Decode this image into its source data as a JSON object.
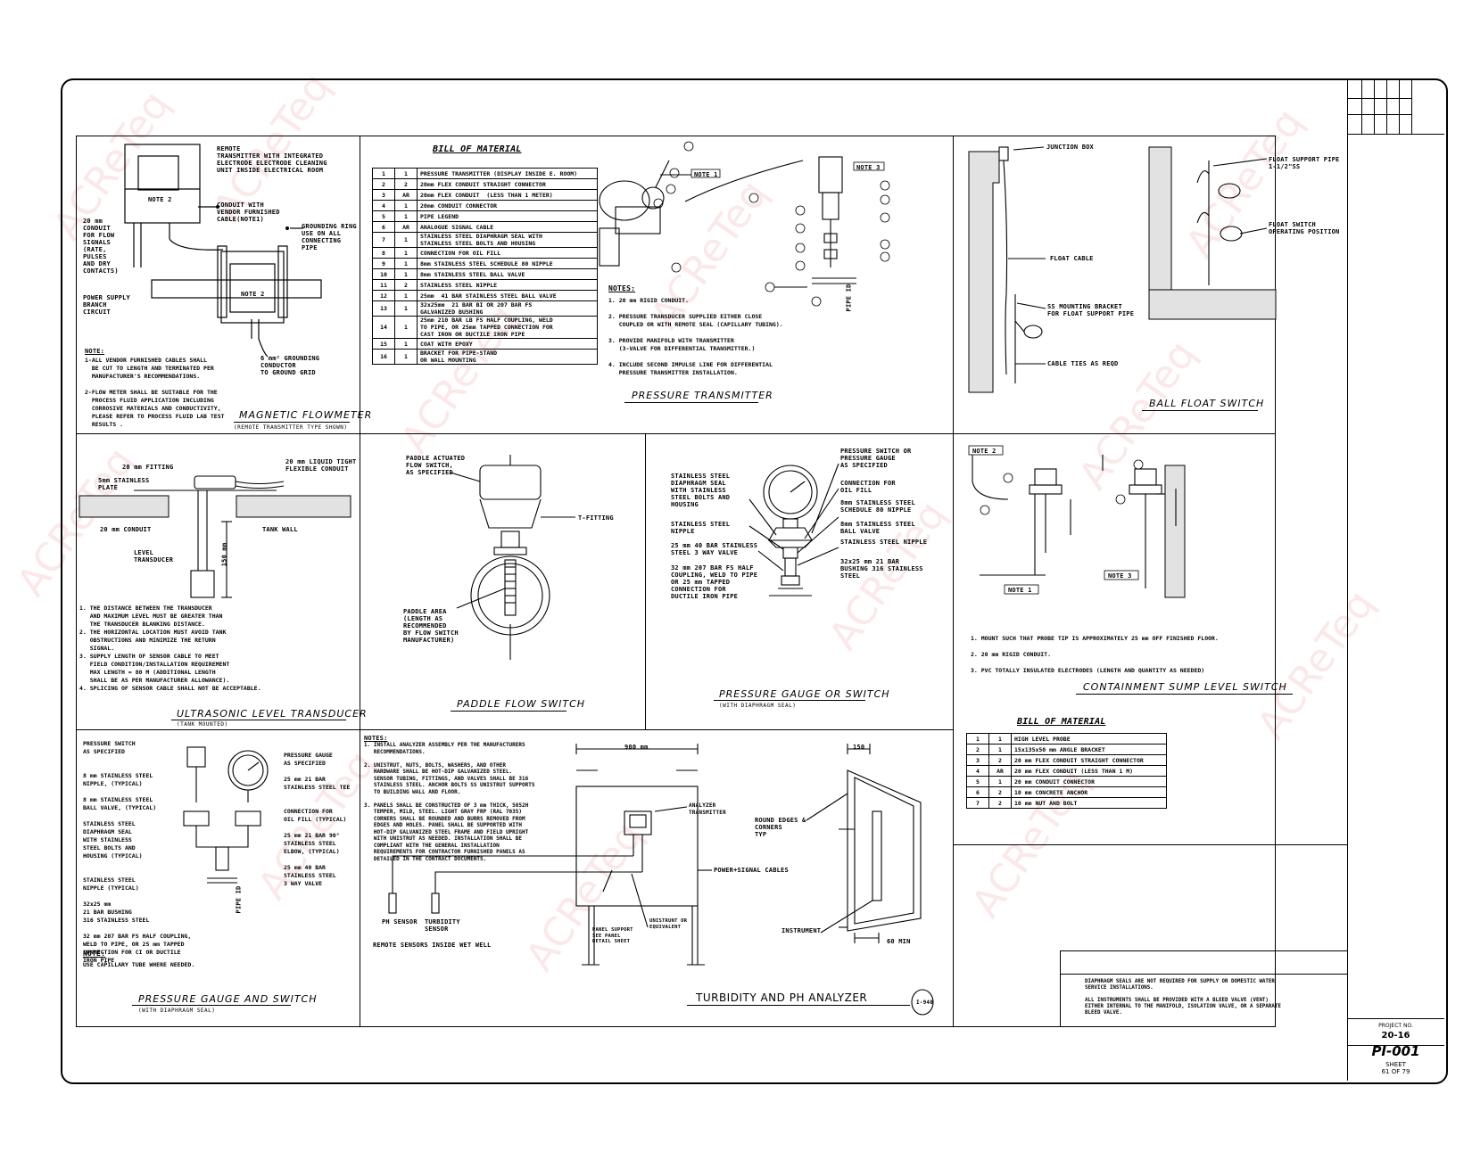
{
  "watermark": "ACReTeq",
  "title_block": {
    "project_label": "PROJECT NO.",
    "project_no": "20-16",
    "drawing_no": "PI-001",
    "sheet_label": "SHEET",
    "sheet_no": "61 OF 79"
  },
  "panels": {
    "magnetic_flowmeter": {
      "title": "MAGNETIC FLOWMETER",
      "subtitle": "(REMOTE TRANSMITTER TYPE SHOWN)",
      "callout_transmitter": "REMOTE\nTRANSMITTER WITH INTEGRATED\nELECTRODE ELECTRODE CLEANING\nUNIT INSIDE ELECTRICAL ROOM",
      "callout_conduit": "CONDUIT WITH\nVENDOR FURNISHED\nCABLE(NOTE1)",
      "callout_ground": "GROUNDING RING\nUSE ON ALL\nCONNECTING\nPIPE",
      "callout_20mm": "20 mm\nCONDUIT\nFOR FLOW\nSIGNALS\n(RATE,\nPULSES\nAND DRY\nCONTACTS)",
      "callout_power": "POWER SUPPLY\nBRANCH\nCIRCUIT",
      "callout_gnd_cond": "6 mm² GROUNDING\nCONDUCTOR\nTO GROUND GRID",
      "note2_a": "NOTE 2",
      "note2_b": "NOTE 2",
      "notes_head": "NOTE:",
      "notes": "1-ALL VENDOR FURNISHED CABLES SHALL\n  BE CUT TO LENGTH AND TERMINATED PER\n  MANUFACTURER'S RECOMMENDATIONS.\n\n2-FLOW METER SHALL BE SUITABLE FOR THE\n  PROCESS FLUID APPLICATION INCLUDING\n  CORROSIVE MATERIALS AND CONDUCTIVITY,\n  PLEASE REFER TO PROCESS FLUID LAB TEST\n  RESULTS ."
    },
    "pressure_transmitter": {
      "title": "PRESSURE TRANSMITTER",
      "bom_title": "BILL OF MATERIAL",
      "bom": [
        [
          "1",
          "1",
          "PRESSURE TRANSMITTER (DISPLAY INSIDE E. ROOM)"
        ],
        [
          "2",
          "2",
          "20mm FLEX CONDUIT STRAIGHT CONNECTOR"
        ],
        [
          "3",
          "AR",
          "20mm FLEX CONDUIT  (LESS THAN 1 METER)"
        ],
        [
          "4",
          "1",
          "20mm CONDUIT CONNECTOR"
        ],
        [
          "5",
          "1",
          "PIPE LEGEND"
        ],
        [
          "6",
          "AR",
          "ANALOGUE SIGNAL CABLE"
        ],
        [
          "7",
          "1",
          "STAINLESS STEEL DIAPHRAGM SEAL WITH\nSTAINLESS STEEL BOLTS AND HOUSING"
        ],
        [
          "8",
          "1",
          "CONNECTION FOR OIL FILL"
        ],
        [
          "9",
          "1",
          "8mm STAINLESS STEEL SCHEDULE 80 NIPPLE"
        ],
        [
          "10",
          "1",
          "8mm STAINLESS STEEL BALL VALVE"
        ],
        [
          "11",
          "2",
          "STAINLESS STEEL NIPPLE"
        ],
        [
          "12",
          "1",
          "25mm  41 BAR STAINLESS STEEL BALL VALVE"
        ],
        [
          "13",
          "1",
          "32x25mm  21 BAR BI OR 207 BAR FS\nGALVANIZED BUSHING"
        ],
        [
          "14",
          "1",
          "25mm 210 BAR LB FS HALF COUPLING, WELD\nTO PIPE, OR 25mm TAPPED CONNECTION FOR\nCAST IRON OR DUCTILE IRON PIPE"
        ],
        [
          "15",
          "1",
          "COAT WITH EPOXY"
        ],
        [
          "16",
          "1",
          "BRACKET FOR PIPE-STAND\nOR WALL MOUNTING"
        ]
      ],
      "notes_head": "NOTES:",
      "notes": "1. 20 mm RIGID CONDUIT.\n\n2. PRESSURE TRANSDUCER SUPPLIED EITHER CLOSE\n   COUPLED OR WITH REMOTE SEAL (CAPILLARY TUBING).\n\n3. PROVIDE MANIFOLD WITH TRANSMITTER\n   (3-VALVE FOR DIFFERENTIAL TRANSMITTER.)\n\n4. INCLUDE SECOND IMPULSE LINE FOR DIFFERENTIAL\n   PRESSURE TRANSMITTER INSTALLATION.",
      "note1": "NOTE 1",
      "note3": "NOTE 3",
      "pipe_label": "PIPE ID"
    },
    "ball_float_switch": {
      "title": "BALL FLOAT SWITCH",
      "junction_box": "JUNCTION BOX",
      "float_cable": "FLOAT CABLE",
      "bracket": "SS MOUNTING BRACKET\nFOR FLOAT SUPPORT PIPE",
      "ties": "CABLE TIES AS REQD",
      "support_pipe": "FLOAT SUPPORT PIPE\n1-1/2\"SS",
      "op_position": "FLOAT SWITCH\nOPERATING POSITION"
    },
    "ultrasonic": {
      "title": "ULTRASONIC LEVEL TRANSDUCER",
      "subtitle": "(TANK MOUNTED)",
      "fitting": "20 mm FITTING",
      "liquid_tight": "20 mm LIQUID TIGHT\nFLEXIBLE CONDUIT",
      "plate": "5mm STAINLESS\nPLATE",
      "conduit": "20 mm CONDUIT",
      "tank_wall": "TANK WALL",
      "level": "LEVEL\nTRANSDUCER",
      "dim": "150 mm",
      "notes": "1. THE DISTANCE BETWEEN THE TRANSDUCER\n   AND MAXIMUM LEVEL MUST BE GREATER THAN\n   THE TRANSDUCER BLANKING DISTANCE.\n2. THE HORIZONTAL LOCATION MUST AVOID TANK\n   OBSTRUCTIONS AND MINIMIZE THE RETURN\n   SIGNAL.\n3. SUPPLY LENGTH OF SENSOR CABLE TO MEET\n   FIELD CONDITION/INSTALLATION REQUIREMENT\n   MAX LENGTH = 80 M (ADDITIONAL LENGTH\n   SHALL BE AS PER MANUFACTURER ALLOWANCE).\n4. SPLICING OF SENSOR CABLE SHALL NOT BE ACCEPTABLE."
    },
    "paddle": {
      "title": "PADDLE FLOW SWITCH",
      "actuated": "PADDLE ACTUATED\nFLOW SWITCH,\nAS SPECIFIED",
      "tfitting": "T-FITTING",
      "paddle_area": "PADDLE AREA\n(LENGTH AS\nRECOMMENDED\nBY FLOW SWITCH\nMANUFACTURER)"
    },
    "pressure_gauge_switch": {
      "title": "PRESSURE GAUGE OR SWITCH",
      "subtitle": "(WITH DIAPHRAGM SEAL)",
      "left_labels": "STAINLESS STEEL\nDIAPHRAGM SEAL\nWITH STAINLESS\nSTEEL BOLTS AND\nHOUSING",
      "nipple": "STAINLESS STEEL\nNIPPLE",
      "valve": "25 mm 40 BAR STAINLESS\nSTEEL 3 WAY VALVE",
      "coupling": "32 mm 207 BAR FS HALF\nCOUPLING, WELD TO PIPE\nOR 25 mm TAPPED\nCONNECTION FOR\nDUCTILE IRON PIPE",
      "right_top": "PRESSURE SWITCH OR\nPRESSURE GAUGE\nAS SPECIFIED",
      "oil_fill": "CONNECTION FOR\nOIL FILL",
      "sch80": "8mm STAINLESS STEEL\nSCHEDULE 80 NIPPLE",
      "ball": "8mm STAINLESS STEEL\nBALL VALVE",
      "ss_nipple": "STAINLESS STEEL NIPPLE",
      "bushing": "32x25 mm 21 BAR\nBUSHING 316 STAINLESS\nSTEEL"
    },
    "containment": {
      "title": "CONTAINMENT SUMP LEVEL SWITCH",
      "note2": "NOTE 2",
      "note1": "NOTE 1",
      "note3": "NOTE 3",
      "notes": "1. MOUNT SUCH THAT PROBE TIP IS APPROXIMATELY 25 mm OFF FINISHED FLOOR.\n\n2. 20 mm RIGID CONDUIT.\n\n3. PVC TOTALLY INSULATED ELECTRODES (LENGTH AND QUANTITY AS NEEDED)",
      "bom_title": "BILL OF MATERIAL",
      "bom": [
        [
          "1",
          "1",
          "HIGH LEVEL PROBE"
        ],
        [
          "2",
          "1",
          "15x135x50 mm ANGLE BRACKET"
        ],
        [
          "3",
          "2",
          "20 mm FLEX CONDUIT STRAIGHT CONNECTOR"
        ],
        [
          "4",
          "AR",
          "20 mm FLEX CONDUIT (LESS THAN 1 M)"
        ],
        [
          "5",
          "1",
          "20 mm CONDUIT CONNECTOR"
        ],
        [
          "6",
          "2",
          "10 mm CONCRETE ANCHOR"
        ],
        [
          "7",
          "2",
          "10 mm NUT AND BOLT"
        ]
      ]
    },
    "pg_and_switch": {
      "title": "PRESSURE GAUGE AND SWITCH",
      "subtitle": "(WITH DIAPHRAGM SEAL)",
      "left": "PRESSURE SWITCH\nAS SPECIFIED\n\n\n8 mm STAINLESS STEEL\nNIPPLE, (TYPICAL)\n\n8 mm STAINLESS STEEL\nBALL VALVE, (TYPICAL)\n\nSTAINLESS STEEL\nDIAPHRAGM SEAL\nWITH STAINLESS\nSTEEL BOLTS AND\nHOUSING (TYPICAL)\n\n\nSTAINLESS STEEL\nNIPPLE (TYPICAL)\n\n32x25 mm\n21 BAR BUSHING\n316 STAINLESS STEEL\n\n32 mm 207 BAR FS HALF COUPLING,\nWELD TO PIPE, OR 25 mm TAPPED\nCONNECTION FOR CI OR DUCTILE\nIRON PIPE",
      "right": "PRESSURE GAUGE\nAS SPECIFIED\n\n25 mm 21 BAR\nSTAINLESS STEEL TEE\n\n\nCONNECTION FOR\nOIL FILL (TYPICAL)\n\n25 mm 21 BAR 90°\nSTAINLESS STEEL\nELBOW, (TYPICAL)\n\n25 mm 40 BAR\nSTAINLESS STEEL\n3 WAY VALVE",
      "notes_head": "NOTE:",
      "notes": "USE CAPILLARY TUBE WHERE NEEDED.",
      "pipe": "PIPE ID"
    },
    "turbidity": {
      "title": "TURBIDITY AND PH ANALYZER",
      "notes_head": "NOTES:",
      "notes": "1. INSTALL ANALYZER ASSEMBLY PER THE MANUFACTURERS\n   RECOMMENDATIONS.\n\n2. UNISTRUT, NUTS, BOLTS, WASHERS, AND OTHER\n   HARDWARE SHALL BE HOT-DIP GALVANIZED STEEL.\n   SENSOR TUBING, FITTINGS, AND VALVES SHALL BE 316\n   STAINLESS STEEL. ANCHOR BOLTS SS UNISTRUT SUPPORTS\n   TO BUILDING WALL AND FLOOR.\n\n3. PANELS SHALL BE CONSTRUCTED OF 3 mm THICK, 5052H\n   TEMPER, MILD, STEEL. LIGHT GRAY FRP (RAL 7035)\n   CORNERS SHALL BE ROUNDED AND BURRS REMOVED FROM\n   EDGES AND HOLES. PANEL SHALL BE SUPPORTED WITH\n   HOT-DIP GALVANIZED STEEL FRAME AND FIELD UPRIGHT\n   WITH UNISTRUT AS NEEDED. INSTALLATION SHALL BE\n   COMPLIANT WITH THE GENERAL INSTALLATION\n   REQUIREMENTS FOR CONTRACTOR FURNISHED PANELS AS\n   DETAILED IN THE CONTRACT DOCUMENTS.",
      "analyzer": "ANALYZER\nTRANSMITTER",
      "power": "POWER+SIGNAL CABLES",
      "round": "ROUND EDGES &\nCORNERS\nTYP",
      "instrument": "INSTRUMENT",
      "ph": "PH SENSOR",
      "turb": "TURBIDITY\nSENSOR",
      "remote": "REMOTE SENSORS INSIDE WET WELL",
      "panel_support": "PANEL SUPPORT\nSEE PANEL\nDETAIL SHEET",
      "unistrut": "UNISTRUNT OR\nEQUIVALENT",
      "dim_top": "900 mm",
      "dim_150": "150",
      "dim_60": "60 MIN",
      "tag": "I-940"
    },
    "general_note": "DIAPHRAGM SEALS ARE NOT REQUIRED FOR SUPPLY OR DOMESTIC WATER\nSERVICE INSTALLATIONS.\n\nALL INSTRUMENTS SHALL BE PROVIDED WITH A BLEED VALVE (VENT)\nEITHER INTERNAL TO THE MANIFOLD, ISOLATION VALVE, OR A SEPARATE\nBLEED VALVE."
  }
}
